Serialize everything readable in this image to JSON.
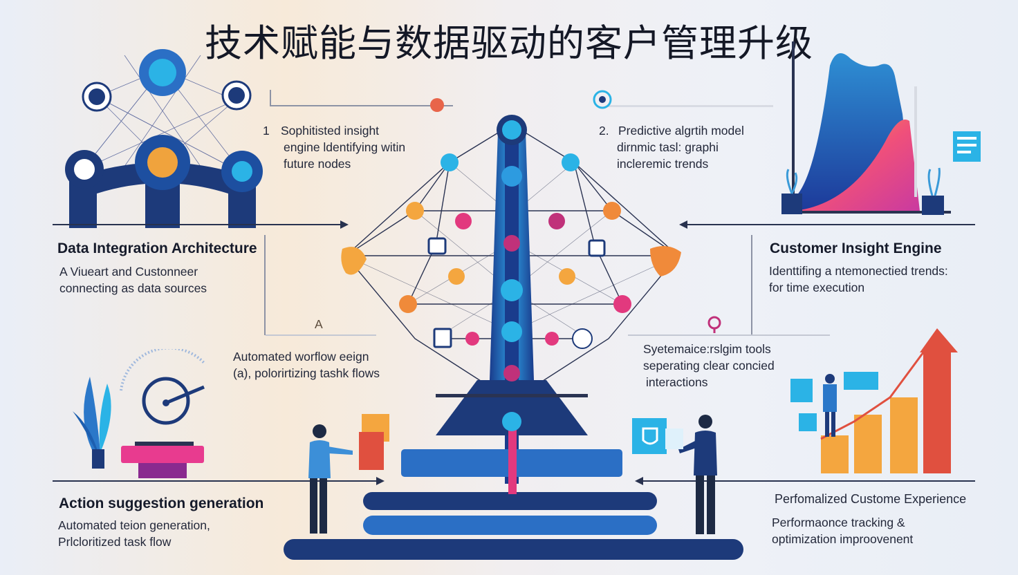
{
  "title": "技术赋能与数据驱动的客户管理升级",
  "labels": {
    "note_1": {
      "number": "1",
      "lines": [
        "Sophitisted insight",
        "engine ldentifying witin",
        "future nodes"
      ]
    },
    "note_2": {
      "number": "2.",
      "lines": [
        "Predictive algrtih model",
        "dirnmic tasl: graphi",
        "incleremic trends"
      ]
    },
    "data_integration": {
      "heading": "Data Integration Architecture",
      "lines": [
        "A Viueart and Custonneer",
        "connecting as data sources"
      ]
    },
    "customer_insight": {
      "heading": "Customer Insight Engine",
      "lines": [
        "Identtifing a ntemonectied trends:",
        "for time execution"
      ]
    },
    "letter_a": "A",
    "workflow": {
      "lines": [
        "Automated worflow eeign",
        "(a), polorirtizing tashk flows"
      ]
    },
    "systematic": {
      "lines": [
        "Syetemaice:rslgim tools",
        "seperating clear concied",
        "interactions"
      ]
    },
    "action": {
      "heading": "Action suggestion generation",
      "lines": [
        "Automated teion generation,",
        "Prlcloritized task flow"
      ]
    },
    "personalized": {
      "heading": "Perfomalized Custome Experience",
      "lines": [
        "Performaonce tracking &",
        "optimization improovenent"
      ]
    }
  },
  "colors": {
    "navy": "#1d3a7a",
    "blue": "#2a7fd0",
    "cyan": "#2bb3e6",
    "orange": "#f08a3a",
    "pink": "#e2397e",
    "red": "#e24f3f",
    "purple": "#8b2a8f"
  },
  "icons": [
    "database-icon",
    "chart-icon",
    "gauge-icon",
    "person-icon",
    "arrow-up-icon",
    "network-icon"
  ]
}
